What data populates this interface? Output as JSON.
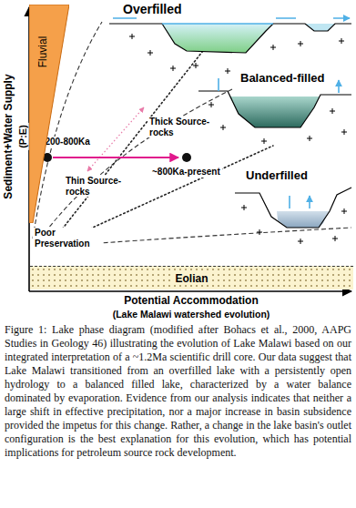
{
  "diagram": {
    "caption": "Figure 1: Lake phase diagram (modified after Bohacs et al., 2000, AAPG Studies in Geology 46) illustrating the evolution of Lake Malawi based on our integrated interpretation of a ~1.2Ma scientific drill core. Our data suggest that Lake Malawi transitioned from an overfilled lake with a persistently open hydrology to a balanced filled lake, characterized by a water balance dominated by evaporation. Evidence from our analysis indicates that neither a large shift in effective precipitation, nor a major increase in basin subsidence provided the impetus for this change. Rather, a change in the lake basin's outlet configuration is the best explanation for this evolution, which has potential implications for petroleum source rock development.",
    "nodes": [
      {
        "text": [
          "Fluvial"
        ]
      },
      {
        "text": [
          "Eolian"
        ]
      }
    ],
    "labels": [
      "Overfilled",
      "Balanced-filled",
      "Underfilled",
      "Sediment+Water Supply",
      "(P:E)",
      "~1200-800Ka",
      "~800Ka-present",
      "Thick Source-rocks",
      "Thin Source-rocks",
      "Poor Preservation",
      "Potential Accommodation",
      "(Lake Malawi watershed evolution)"
    ]
  }
}
